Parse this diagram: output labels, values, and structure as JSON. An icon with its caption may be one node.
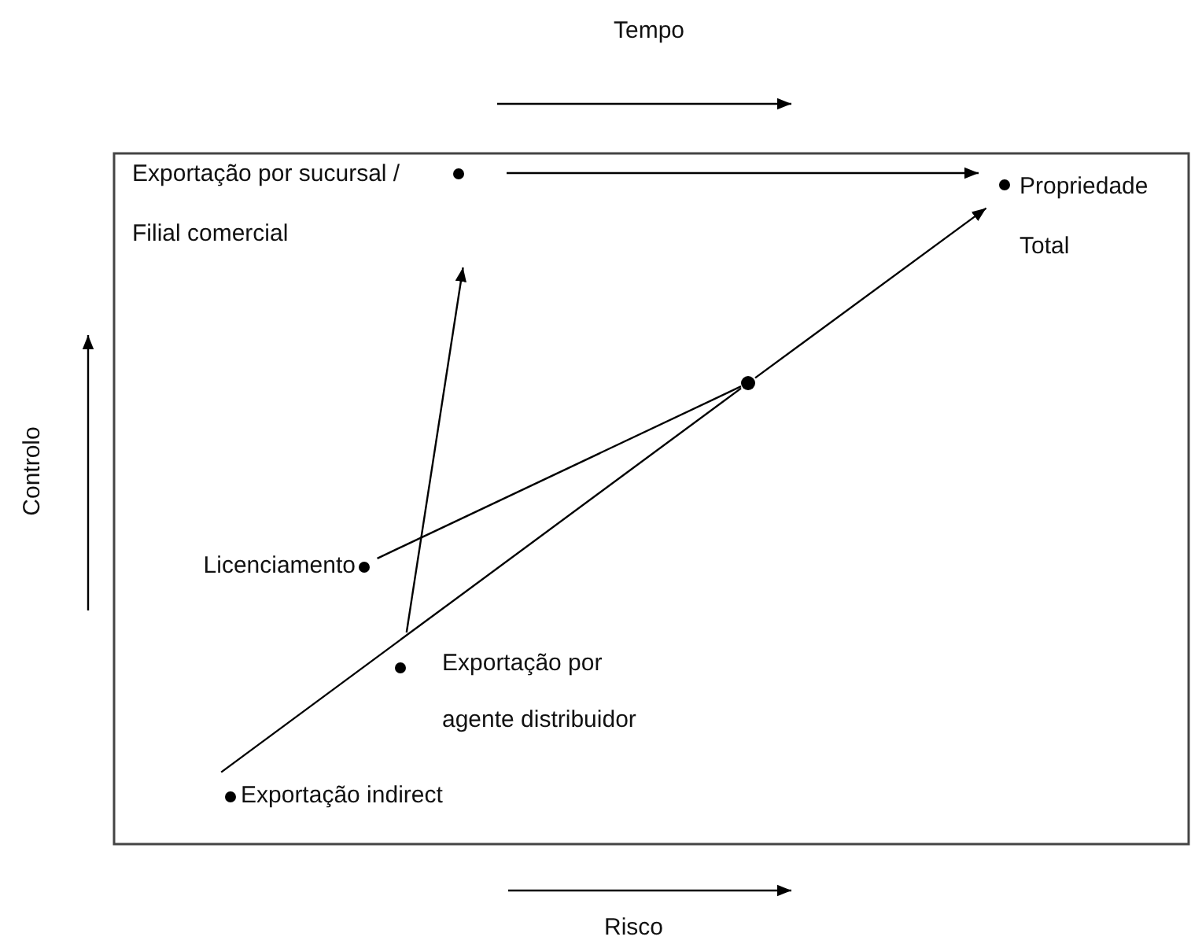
{
  "diagram": {
    "nodes": [
      {
        "text": [
          "Exportação por sucursal / Filial comercial"
        ]
      },
      {
        "text": [
          "Propriedade Total"
        ]
      },
      {
        "text": [],
        "shape": "circle"
      },
      {
        "text": [
          "Licenciamento"
        ]
      },
      {
        "text": [
          "Exportação por agente distribuidor"
        ]
      },
      {
        "text": [
          "Exportação indirect"
        ]
      }
    ],
    "edges": [
      {
        "from": 0,
        "to": 1,
        "arrow": "to"
      },
      {
        "from": 4,
        "to": 0,
        "arrow": "to"
      },
      {
        "from": 3,
        "to": 2,
        "arrow": "none"
      },
      {
        "from": 5,
        "to": 2,
        "arrow": "none"
      },
      {
        "from": 2,
        "to": 1,
        "arrow": "to"
      }
    ],
    "labels": [
      "Tempo",
      "Controlo",
      "Risco"
    ]
  }
}
